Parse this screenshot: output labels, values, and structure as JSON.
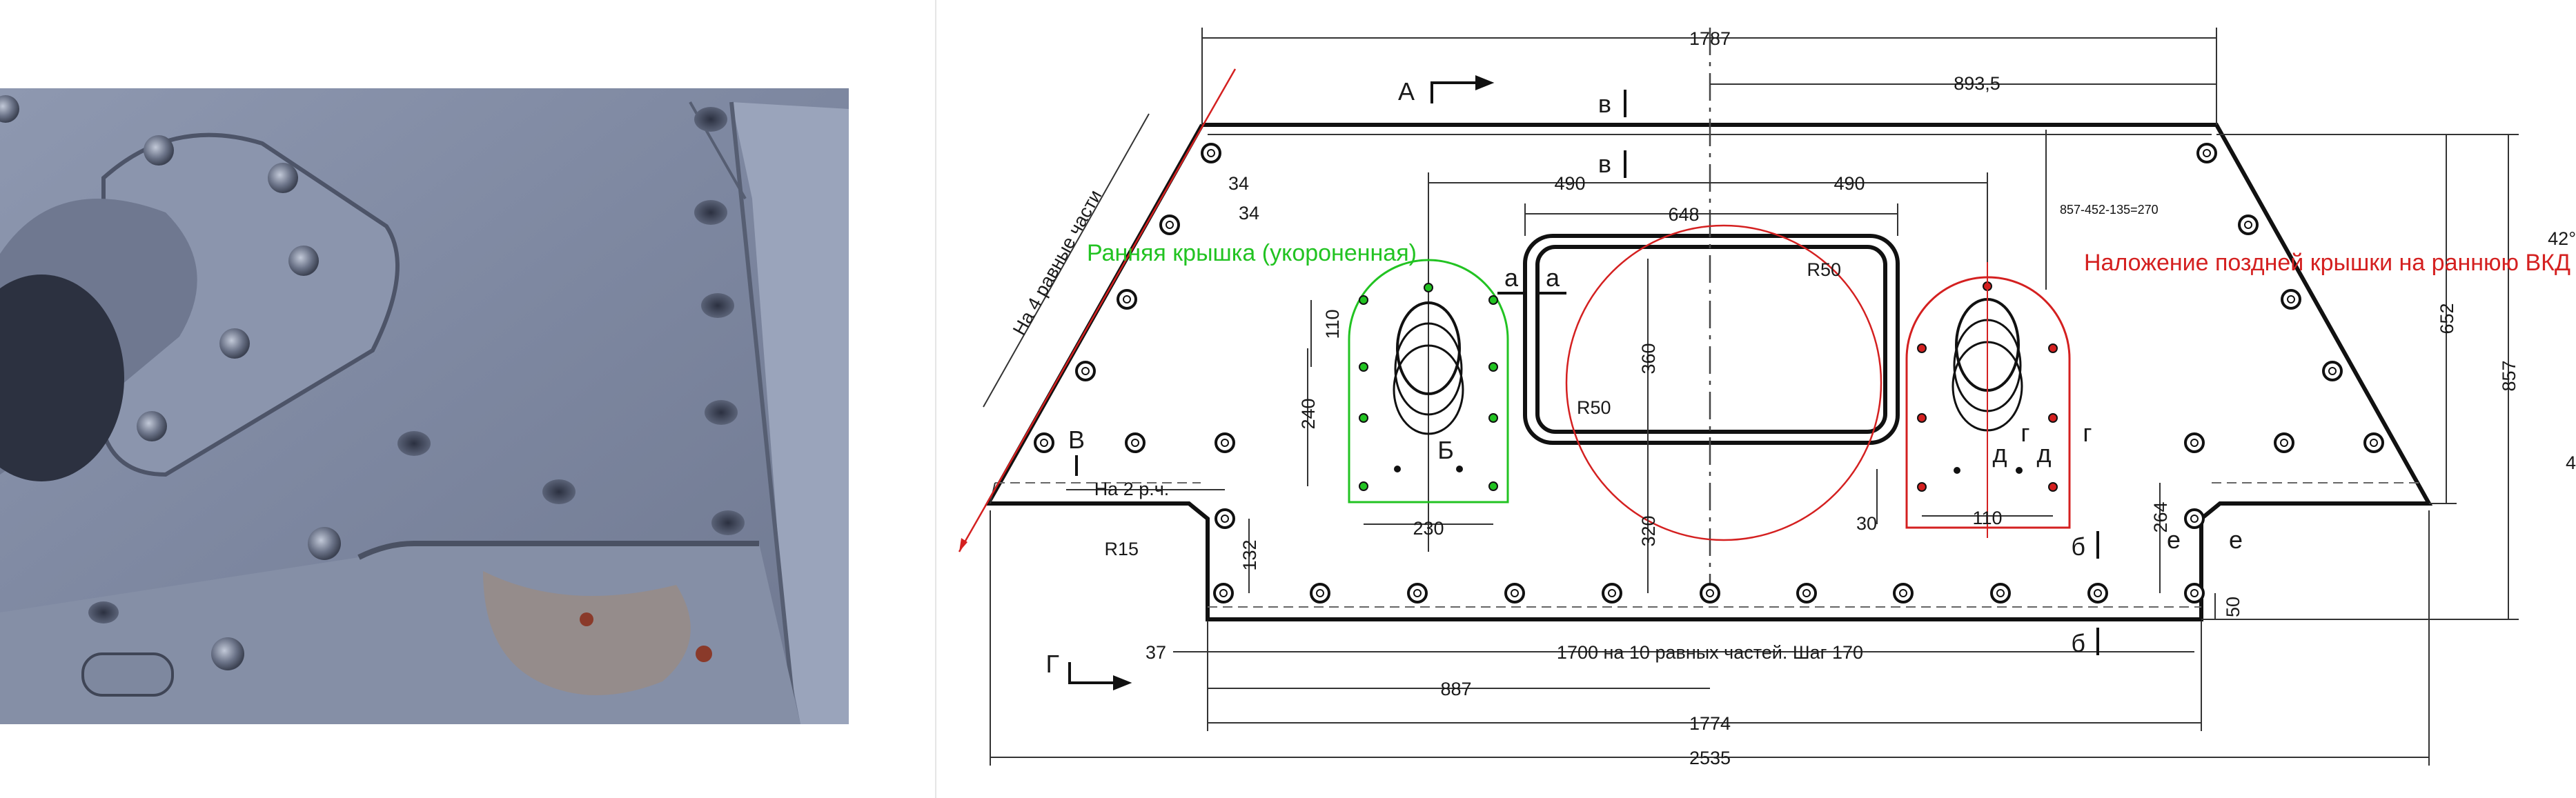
{
  "drawing": {
    "dims": {
      "top_width": "1787",
      "half_width": "893,5",
      "offset_left": "490",
      "offset_right": "490",
      "hatch_width": "648",
      "edge_34_a": "34",
      "edge_34_b": "34",
      "r50_top": "R50",
      "r50_bottom": "R50",
      "hatch_height": "360",
      "below_hatch": "320",
      "hole_pitch": "110",
      "hole_span": "240",
      "hole_base": "230",
      "right_base": "110",
      "right_offset": "30",
      "height_652": "652",
      "height_857": "857",
      "step_264": "264",
      "step_132": "132",
      "edge_50": "50",
      "bottom_37": "37",
      "bolt_spacing": "1700 на 10 равных частей. Шаг 170",
      "center_887": "887",
      "width_1774": "1774",
      "width_2535": "2535",
      "r15": "R15",
      "two_parts": "На 2 р.ч.",
      "four_parts": "На 4 равные части",
      "part_number": "857-452-135=270",
      "angle_top": "42°",
      "angle_bottom": "4"
    },
    "sections": {
      "A": "А",
      "B_upper": "в",
      "B_lower": "в",
      "a_left": "а",
      "a_right": "а",
      "V": "В",
      "G_bottom": "Г",
      "B_cyr": "Б",
      "b_lower1": "б",
      "b_lower2": "б",
      "d_left": "д",
      "d_right": "д",
      "g_left": "г",
      "g_right": "г",
      "e_left": "е",
      "e_right": "е"
    },
    "annotations": {
      "early_cover": "Ранняя крышка (укороненная)",
      "late_overlay": "Наложение поздней крышки на раннюю ВКД"
    },
    "colors": {
      "early": "#22c322",
      "late": "#d42020",
      "line": "#111111"
    }
  }
}
